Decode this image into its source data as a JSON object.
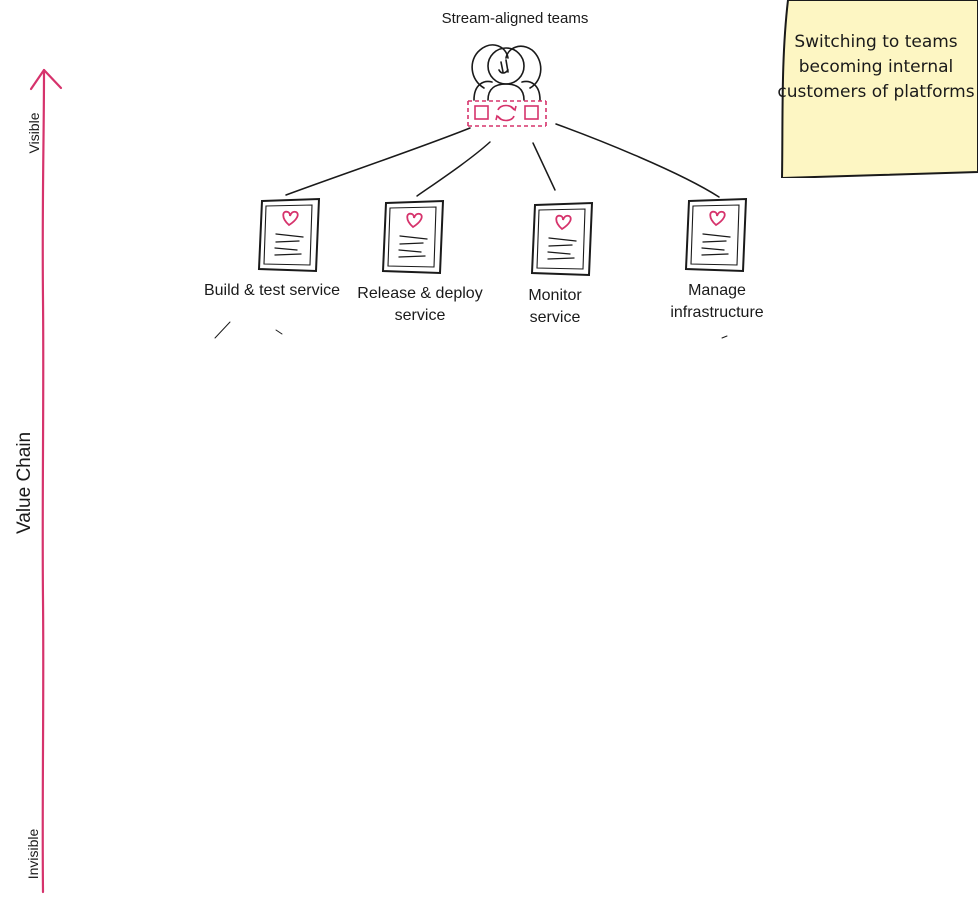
{
  "axis": {
    "title": "Value Chain",
    "top_label": "Visible",
    "bottom_label": "Invisible",
    "color": "#d6336c"
  },
  "team": {
    "label": "Stream-aligned teams",
    "icon": "people-group-icon",
    "accent": "#d6336c"
  },
  "capabilities": [
    {
      "id": "build-test",
      "label": "Build & test service",
      "icon": "heart-document-icon"
    },
    {
      "id": "release-deploy",
      "label": "Release & deploy service",
      "icon": "heart-document-icon"
    },
    {
      "id": "monitor",
      "label": "Monitor service",
      "icon": "heart-document-icon"
    },
    {
      "id": "manage-infra",
      "label": "Manage infrastructure",
      "icon": "heart-document-icon"
    }
  ],
  "note": {
    "text": "Switching to teams becoming internal customers of platforms",
    "color": "#fdf6c3"
  }
}
